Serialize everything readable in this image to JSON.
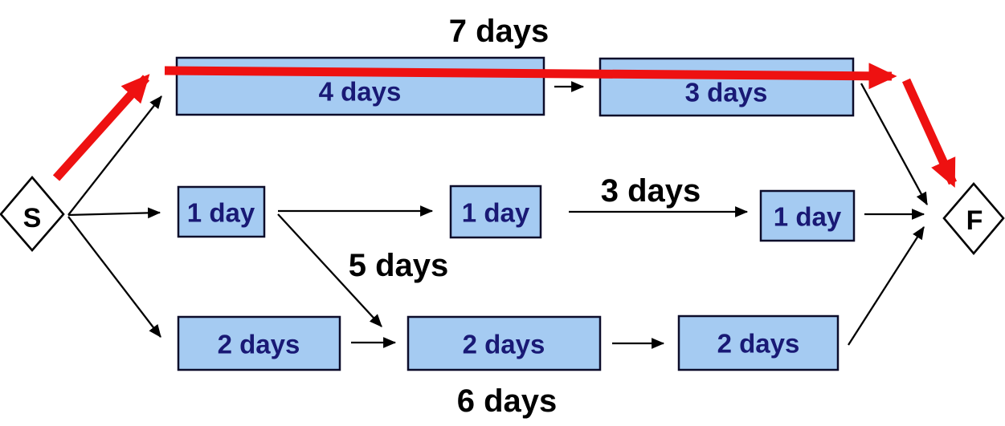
{
  "diagram": {
    "type": "pert-network",
    "start_node_label": "S",
    "finish_node_label": "F",
    "top_path": {
      "duration_label": "7 days",
      "tasks": [
        "4 days",
        "3 days"
      ]
    },
    "middle_path": {
      "segment_duration_label": "3 days",
      "tasks": [
        "1 day",
        "1 day",
        "1 day"
      ]
    },
    "cross_link": {
      "duration_label": "5 days"
    },
    "bottom_path": {
      "duration_label": "6 days",
      "tasks": [
        "2 days",
        "2 days",
        "2 days"
      ]
    },
    "colors": {
      "task_fill": "#A5CBF2",
      "task_border": "#0C0C2A",
      "task_text": "#191975",
      "connector": "#000000",
      "critical_path": "#EE1111",
      "node_fill": "#FFFFFF",
      "node_border": "#000000",
      "label_text": "#000000",
      "background": "#FFFFFF"
    }
  }
}
